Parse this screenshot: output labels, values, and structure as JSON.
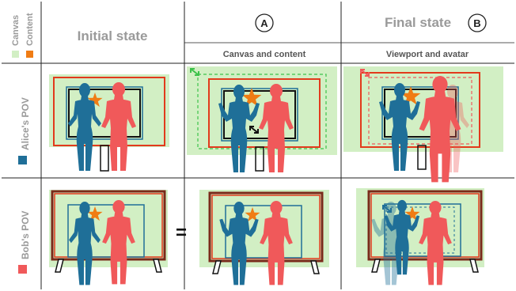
{
  "columns": {
    "initial": "Initial state",
    "a_badge": "A",
    "final": "Final state",
    "b_badge": "B",
    "a_sub": "Canvas and content",
    "b_sub": "Viewport and avatar"
  },
  "rows": {
    "alice": "Alice's POV",
    "bob": "Bob's POV"
  },
  "legend": {
    "canvas": "Canvas",
    "content": "Content"
  },
  "equals": "=",
  "colors": {
    "canvas": "#d2efc4",
    "content": "#f07c14",
    "alice": "#1f6f98",
    "bob": "#f0595a",
    "frame_outer": "#e23a1c",
    "frame_inner": "#1f6f98",
    "bob_frame_outer": "#7a2a1a",
    "resize_arrow": "#3cc24a",
    "bob_resize_arrow": "#f0595a"
  },
  "icons": [
    "resize-arrow-icon",
    "star-icon",
    "person-silhouette-icon",
    "easel-leg-icon"
  ]
}
